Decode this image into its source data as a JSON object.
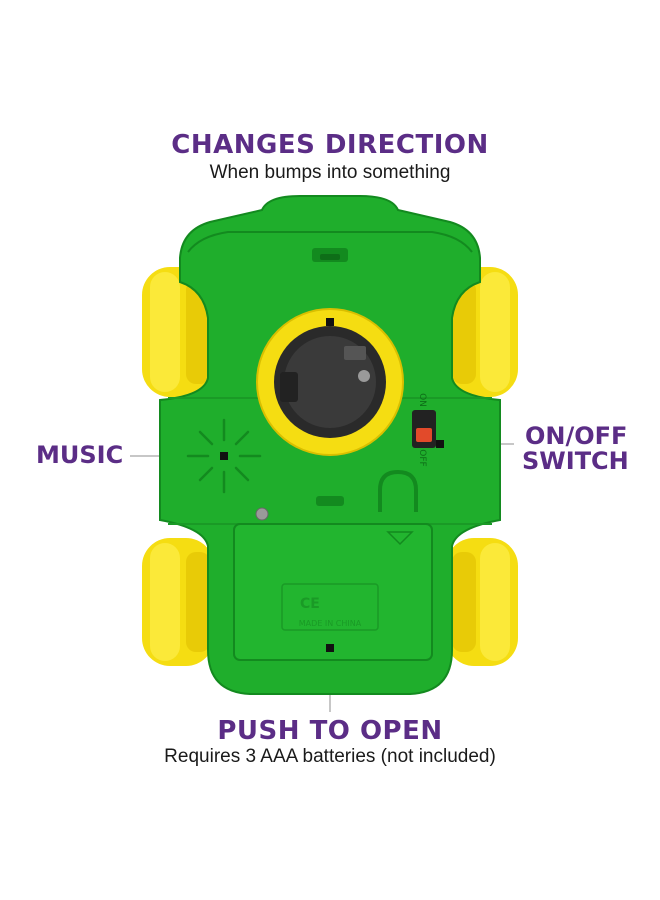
{
  "callouts": {
    "top": {
      "title": "CHANGES DIRECTION",
      "subtitle": "When bumps into something"
    },
    "left": {
      "title": "MUSIC"
    },
    "right": {
      "title_line1": "ON/OFF",
      "title_line2": "SWITCH"
    },
    "bottom": {
      "title": "PUSH TO OPEN",
      "subtitle": "Requires 3 AAA batteries (not included)"
    }
  },
  "toy_markings": {
    "switch_on": "ON",
    "switch_off": "OFF",
    "battery_cover_ce": "CE",
    "battery_cover_origin": "MADE IN CHINA"
  },
  "colors": {
    "body_green": "#1fae2c",
    "dark_green": "#138a1f",
    "wheel_yellow": "#f5dd12",
    "accent_purple": "#5b2d86",
    "leader_line": "#9a9a9a"
  }
}
